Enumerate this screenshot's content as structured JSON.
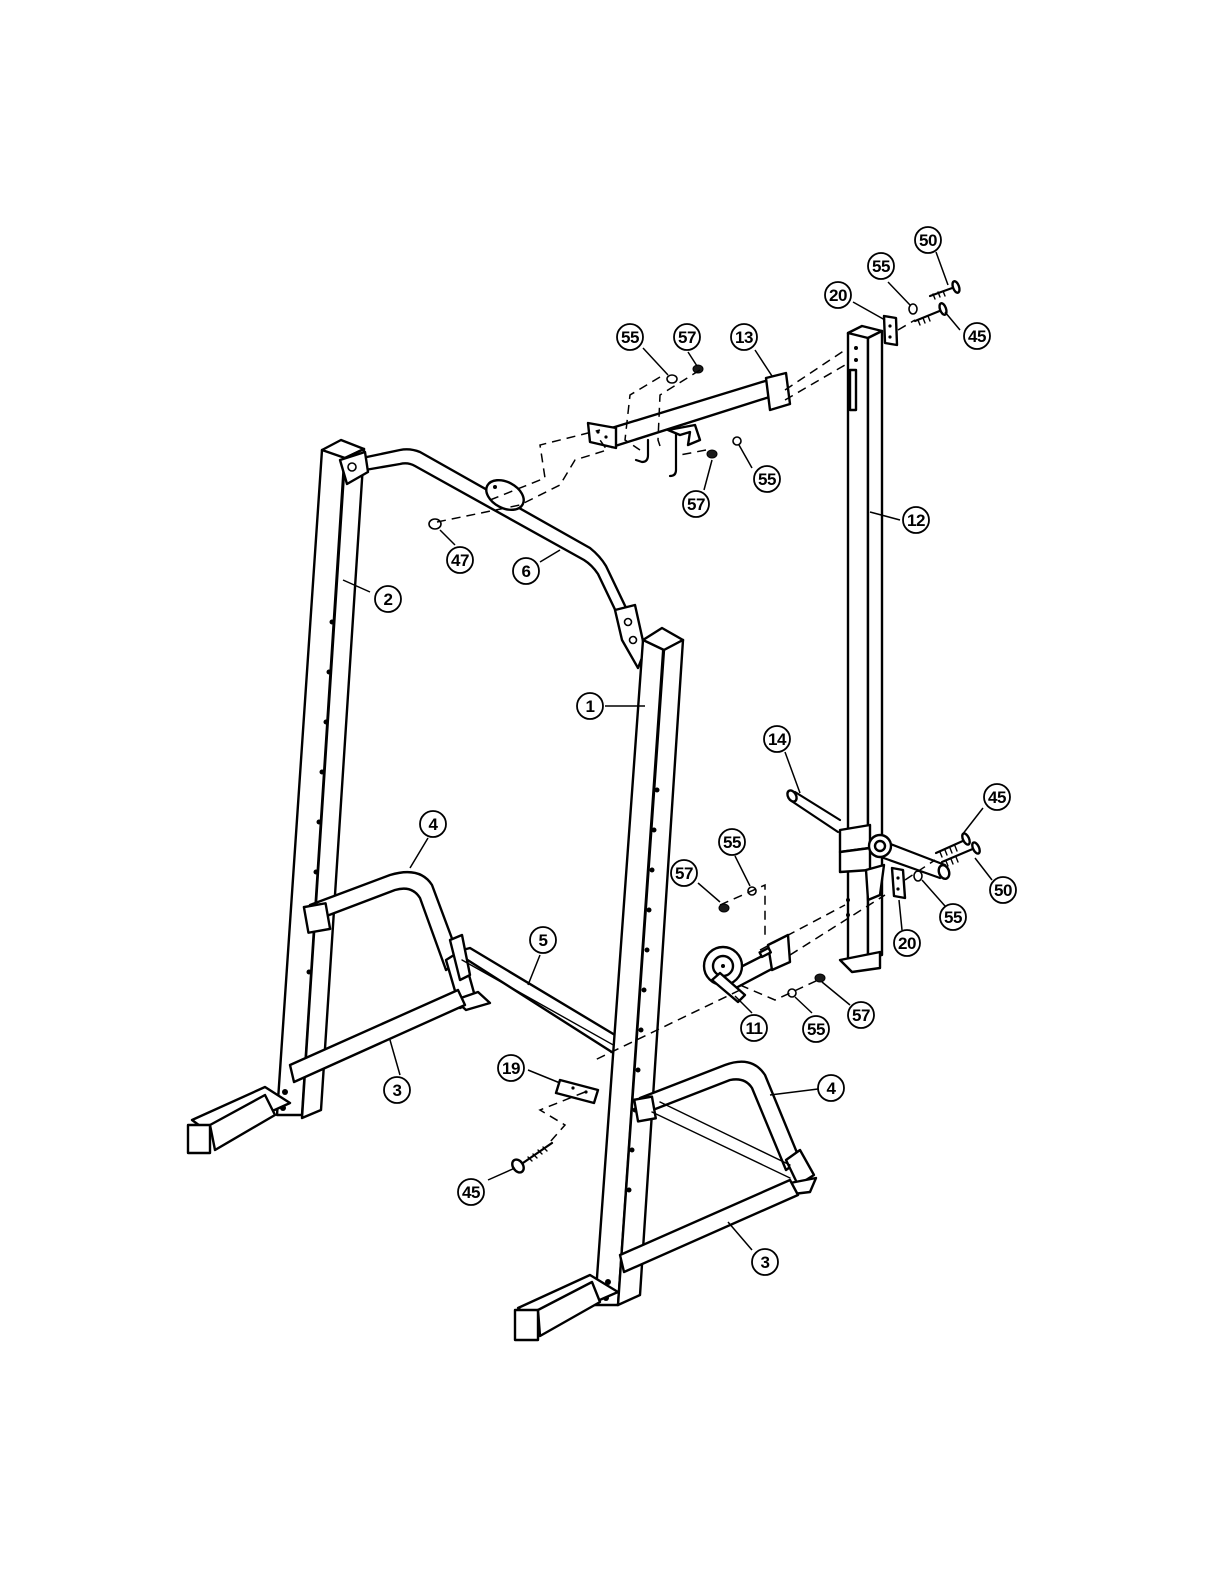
{
  "callouts": [
    {
      "label": "50"
    },
    {
      "label": "55"
    },
    {
      "label": "20"
    },
    {
      "label": "45"
    },
    {
      "label": "55"
    },
    {
      "label": "57"
    },
    {
      "label": "13"
    },
    {
      "label": "55"
    },
    {
      "label": "57"
    },
    {
      "label": "12"
    },
    {
      "label": "47"
    },
    {
      "label": "6"
    },
    {
      "label": "2"
    },
    {
      "label": "1"
    },
    {
      "label": "14"
    },
    {
      "label": "45"
    },
    {
      "label": "4"
    },
    {
      "label": "55"
    },
    {
      "label": "57"
    },
    {
      "label": "50"
    },
    {
      "label": "55"
    },
    {
      "label": "20"
    },
    {
      "label": "5"
    },
    {
      "label": "11"
    },
    {
      "label": "55"
    },
    {
      "label": "57"
    },
    {
      "label": "19"
    },
    {
      "label": "4"
    },
    {
      "label": "3"
    },
    {
      "label": "45"
    },
    {
      "label": "3"
    }
  ]
}
